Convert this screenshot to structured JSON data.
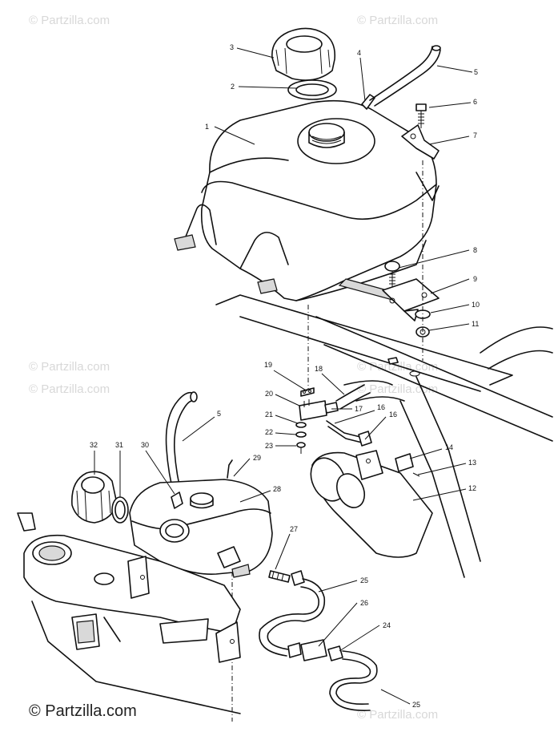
{
  "watermarks": [
    "© Partzilla.com",
    "© Partzilla.com",
    "© Partzilla.com",
    "© Partzilla.com",
    "© Partzilla.com",
    "© Partzilla.com",
    "© Partzilla.com"
  ],
  "brand_text": "© Partzilla.com",
  "callouts": [
    "1",
    "2",
    "3",
    "4",
    "5",
    "6",
    "7",
    "8",
    "9",
    "10",
    "11",
    "19",
    "18",
    "20",
    "17",
    "21",
    "16",
    "22",
    "16",
    "23",
    "5",
    "32",
    "31",
    "30",
    "29",
    "28",
    "14",
    "13",
    "12",
    "27",
    "25",
    "26",
    "24",
    "25"
  ]
}
